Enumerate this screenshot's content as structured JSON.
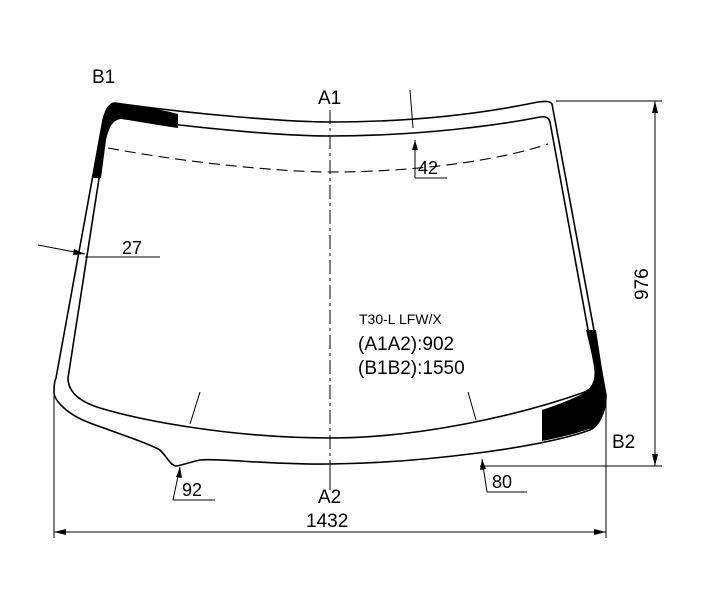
{
  "part_code": "T30-L LFW/X",
  "points": {
    "a1": "A1",
    "a2": "A2",
    "b1": "B1",
    "b2": "B2"
  },
  "dimensions": {
    "top_band": "42",
    "side_band": "27",
    "bottom_left": "92",
    "bottom_right": "80",
    "overall_width": "1432",
    "overall_height": "976"
  },
  "specs": {
    "a1a2": "(A1A2):902",
    "b1b2": "(B1B2):1550"
  },
  "colors": {
    "line": "#000000",
    "background": "#ffffff",
    "ceramic_band": "#000000"
  }
}
